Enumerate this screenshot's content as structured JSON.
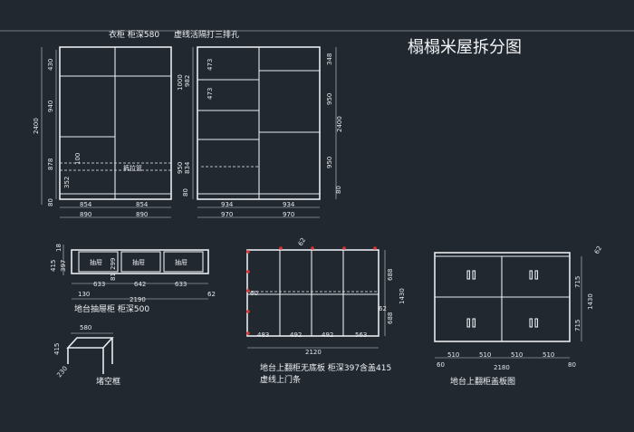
{
  "title": "榻榻米屋拆分图",
  "wardrobe": {
    "caption1": "衣柜  柜深580",
    "caption2": "虚线活隔打三排孔",
    "heights_left": [
      "430",
      "940",
      "878",
      "352",
      "80"
    ],
    "total_height": "2400",
    "inner_top": "100",
    "drawer_label": "裤拉篮",
    "widths_row1": [
      "854",
      "854"
    ],
    "widths_row2": [
      "890",
      "890"
    ]
  },
  "cabinet2": {
    "left_heights": [
      "473",
      "473",
      "1000",
      "982",
      "950",
      "834",
      "80"
    ],
    "right_heights": [
      "348",
      "950",
      "950",
      "80"
    ],
    "total_height": "2400",
    "widths_row1": [
      "934",
      "934"
    ],
    "widths_row2": [
      "970",
      "970"
    ]
  },
  "drawer_unit": {
    "labels": [
      "抽屉",
      "抽屉",
      "抽屉"
    ],
    "left_dims": [
      "18",
      "415",
      "397"
    ],
    "inner_dims": [
      "299",
      "81"
    ],
    "widths": [
      "633",
      "642",
      "633"
    ],
    "left_margin": "130",
    "right_margin": "62",
    "total_width": "2190",
    "caption": "地台抽屉柜  柜深500"
  },
  "flip_cabinet": {
    "top_dim": "62",
    "mid_dim": "60",
    "bottom_widths": [
      "483",
      "492",
      "492",
      "563"
    ],
    "right_dims": [
      "688",
      "1430",
      "62",
      "688"
    ],
    "total_width": "2120",
    "caption1": "地台上翻柜无底板  柜深397含盖415",
    "caption2": "虚线上门条"
  },
  "flip_lid": {
    "top_dim": "62",
    "right_dims": [
      "715",
      "1430",
      "715"
    ],
    "widths": [
      "510",
      "510",
      "510",
      "510"
    ],
    "left_margin": "60",
    "right_margin": "80",
    "total_width": "2180",
    "caption": "地台上翻柜盖板图"
  },
  "frame": {
    "width": "580",
    "height": "415",
    "depth": "230",
    "caption": "堵空框"
  }
}
